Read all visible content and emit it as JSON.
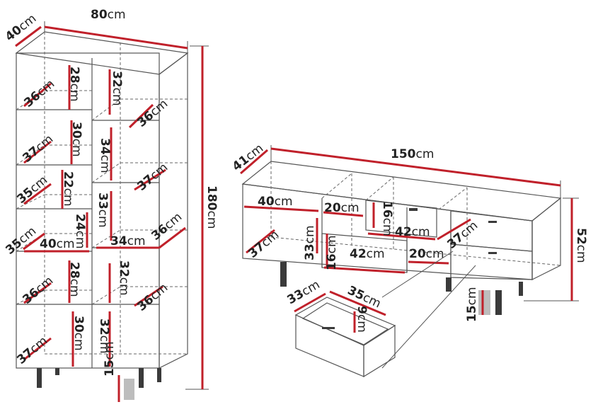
{
  "shelf": {
    "width": "80",
    "depth": "40",
    "height": "180",
    "labels": [
      "28",
      "32",
      "36",
      "36",
      "37",
      "30",
      "34",
      "37",
      "35",
      "22",
      "33",
      "24",
      "35",
      "40",
      "34",
      "36",
      "28",
      "32",
      "36",
      "36",
      "37",
      "30",
      "32",
      "15"
    ]
  },
  "tv": {
    "width": "150",
    "depth": "41",
    "height": "52",
    "labels": [
      "40",
      "20",
      "16",
      "42",
      "37",
      "37",
      "33",
      "16",
      "42",
      "20",
      "15"
    ]
  },
  "drawer": {
    "depth": "33",
    "width": "35",
    "height": "9"
  },
  "unit": "cm"
}
